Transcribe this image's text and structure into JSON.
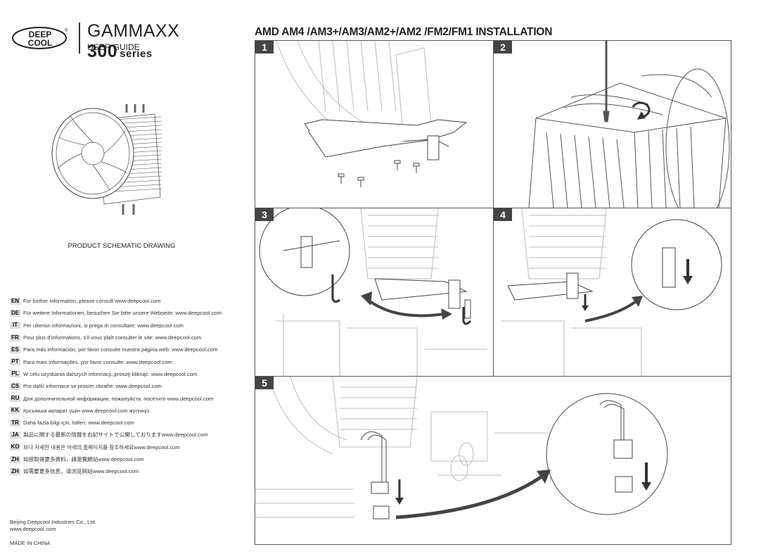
{
  "brand": {
    "logo_line1": "DEEP",
    "logo_line2": "COOL",
    "logo_mark": "®"
  },
  "product": {
    "name": "GAMMAXX",
    "model": "300",
    "series": "series",
    "subtitle": "USER GUIDE"
  },
  "schematic_caption": "PRODUCT SCHEMATIC DRAWING",
  "languages": [
    {
      "code": "EN",
      "text": "For further information, please consult www.deepcool.com"
    },
    {
      "code": "DE",
      "text": "Für weitere Informationen, besuchen Sie bitte unsere Webseite: www.deepcool.com"
    },
    {
      "code": "IT",
      "text": "Per ulteriori informazioni, si prega di consultare: www.deepcool.com"
    },
    {
      "code": "FR",
      "text": "Pour plus d'informations, s'il vous plaît consulter le site: www.deepcool.com"
    },
    {
      "code": "ES",
      "text": "Para más información, por favor consulte nuestra página web: www.deepcool.com"
    },
    {
      "code": "PT",
      "text": "Para mais informações, por favor consulte: www.deepcool.com"
    },
    {
      "code": "PL",
      "text": "W celu uzyskania dalszych informacji, proszę kliknąć: www.deepcool.com"
    },
    {
      "code": "CS",
      "text": "Pro další informace se prosím obraťte: www.deepcool.com"
    },
    {
      "code": "RU",
      "text": "Для дополнительной информации, пожалуйста, посетите www.deepcool.com"
    },
    {
      "code": "KK",
      "text": "Қосымша ақпарат үшін www.deepcool.com жүгініңіз"
    },
    {
      "code": "TR",
      "text": "Daha fazla bilgi için, lütfen: www.deepcool.com"
    },
    {
      "code": "JA",
      "text": "製品に関する最新の情報を右記サイトで公開しておりますwww.deepcool.com"
    },
    {
      "code": "KO",
      "text": "보다 자세한 내용은 아래의 홈페이지를 참조하세요www.deepcool.com"
    },
    {
      "code": "ZH",
      "text": "如欲取得更多資料，請瀏覽網站www.deepcool.com"
    },
    {
      "code": "ZH",
      "text": "如需要更多信息，请浏览网站www.deepcool.com"
    }
  ],
  "company": {
    "line1": "Beijing Deepcool Industries Co., Ltd.",
    "line2": "www.deepcool.com"
  },
  "made_in": "MADE IN CHINA",
  "installation_title": "AMD AM4 /AM3+/AM3/AM2+/AM2 /FM2/FM1 INSTALLATION",
  "steps": [
    {
      "number": "1"
    },
    {
      "number": "2"
    },
    {
      "number": "3"
    },
    {
      "number": "4"
    },
    {
      "number": "5"
    }
  ],
  "colors": {
    "line": "#555555",
    "badge": "#444444",
    "arrow": "#444444",
    "code_bg": "#dddddd"
  }
}
